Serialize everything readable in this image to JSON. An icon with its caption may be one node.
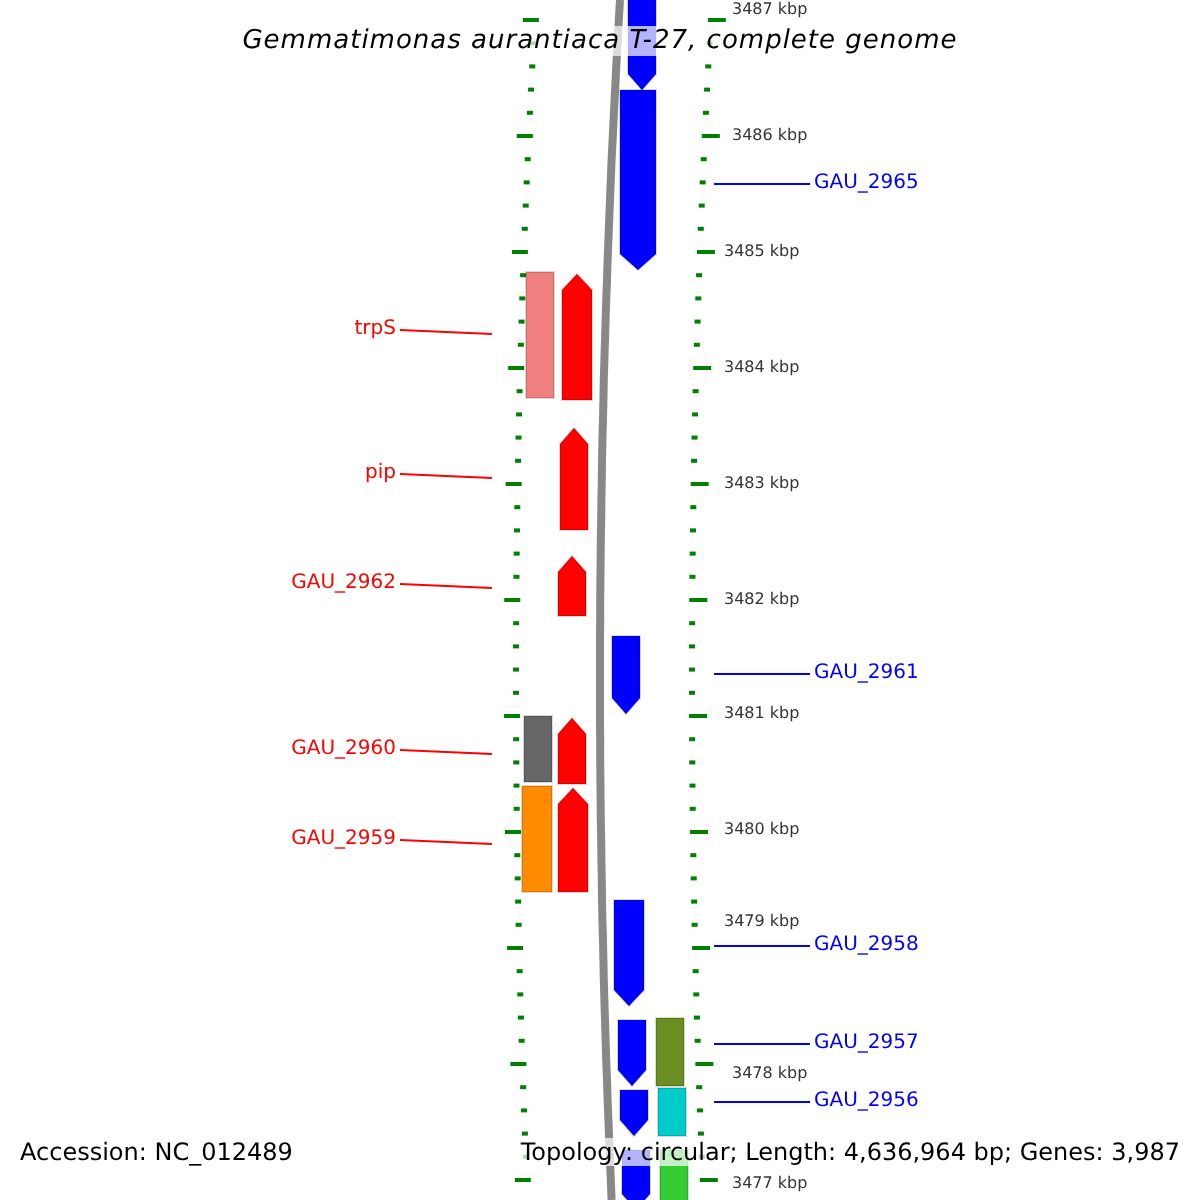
{
  "diagram": {
    "title": "Gemmatimonas aurantiaca T-27, complete genome",
    "nodes": [
      {
        "text": [
          "GAU_2965"
        ]
      },
      {
        "text": [
          "trpS"
        ]
      },
      {
        "text": [
          "pip"
        ]
      },
      {
        "text": [
          "GAU_2962"
        ]
      },
      {
        "text": [
          "GAU_2961"
        ]
      },
      {
        "text": [
          "GAU_2960"
        ]
      },
      {
        "text": [
          "GAU_2959"
        ]
      },
      {
        "text": [
          "GAU_2958"
        ]
      },
      {
        "text": [
          "GAU_2957"
        ]
      },
      {
        "text": [
          "GAU_2956"
        ]
      }
    ],
    "edges": [
      {
        "from": 0,
        "to": null,
        "arrow": "none",
        "color": "#0000ff"
      },
      {
        "from": 1,
        "to": null,
        "arrow": "none",
        "color": "#ff0000"
      },
      {
        "from": 2,
        "to": null,
        "arrow": "none",
        "color": "#ff0000"
      },
      {
        "from": 3,
        "to": null,
        "arrow": "none",
        "color": "#ff0000"
      },
      {
        "from": 4,
        "to": null,
        "arrow": "none",
        "color": "#0000ff"
      },
      {
        "from": 5,
        "to": null,
        "arrow": "none",
        "color": "#ff0000"
      },
      {
        "from": 6,
        "to": null,
        "arrow": "none",
        "color": "#ff0000"
      },
      {
        "from": 7,
        "to": null,
        "arrow": "none",
        "color": "#0000ff"
      },
      {
        "from": 8,
        "to": null,
        "arrow": "none",
        "color": "#0000ff"
      },
      {
        "from": 9,
        "to": null,
        "arrow": "none",
        "color": "#0000ff"
      }
    ],
    "labels": [
      "3487 kbp",
      "3486 kbp",
      "3485 kbp",
      "3484 kbp",
      "3483 kbp",
      "3482 kbp",
      "3481 kbp",
      "3480 kbp",
      "3479 kbp",
      "3478 kbp",
      "3477 kbp",
      "Accession: NC_012489",
      "Topology: circular; Length: 4,636,964 bp; Genes: 3,987"
    ]
  }
}
